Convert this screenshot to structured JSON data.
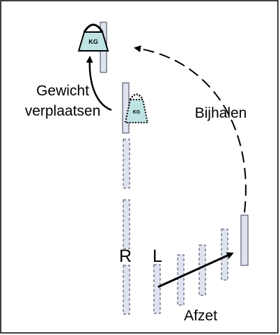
{
  "labels": {
    "gewicht_line1": "Gewicht",
    "gewicht_line2": "verplaatsen",
    "bijhalen": "Bijhalen",
    "afzet": "Afzet",
    "right": "R",
    "left": "L"
  },
  "weights": {
    "top": "KG",
    "ghost": "KG"
  },
  "colors": {
    "weight_fill": "#bfe3e3",
    "bar_fill": "#dfe3f0",
    "bar_stroke": "#5a6070",
    "ink": "#000000"
  }
}
